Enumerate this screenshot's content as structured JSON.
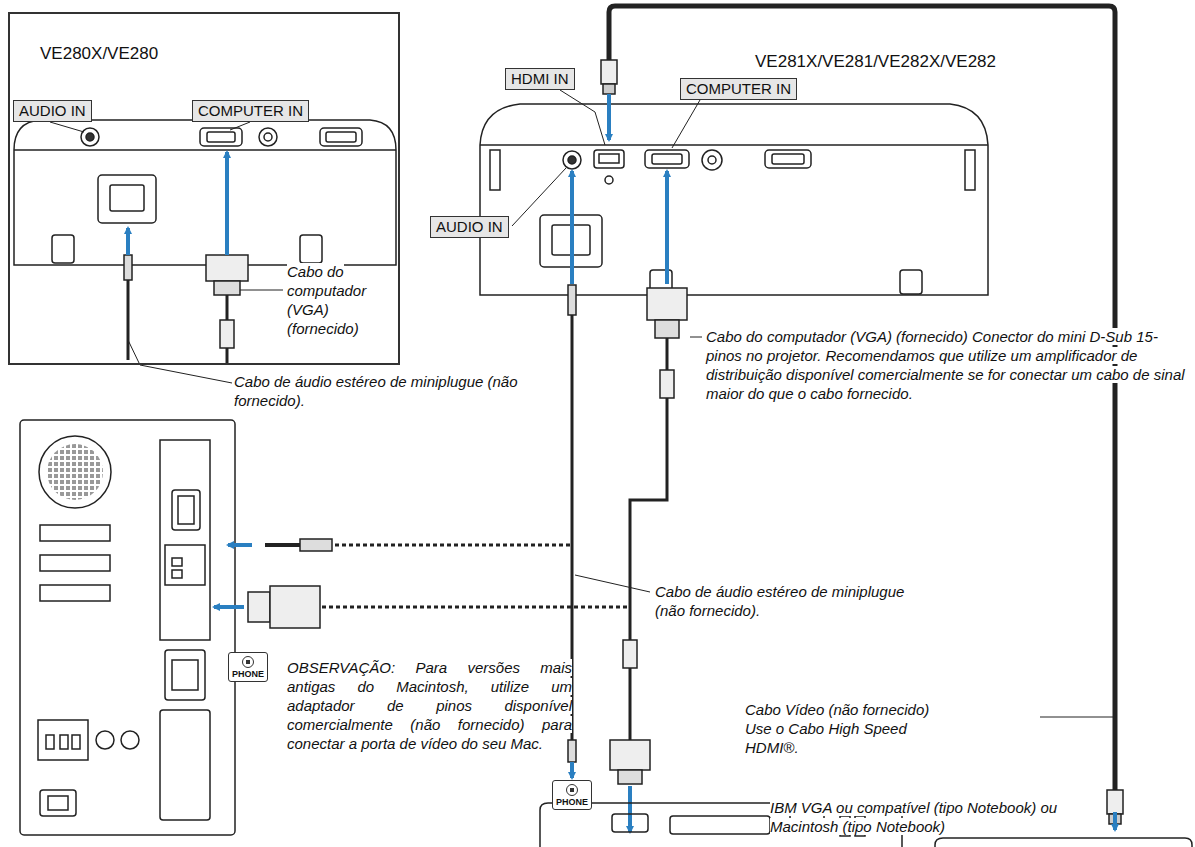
{
  "diagram": {
    "nodes": [
      {
        "text": [
          "VE280X/VE280"
        ]
      },
      {
        "text": [
          "AUDIO IN"
        ],
        "in": 0
      },
      {
        "text": [
          "COMPUTER IN"
        ],
        "in": 0
      },
      {
        "text": [
          "HDMI IN"
        ]
      },
      {
        "text": [
          "COMPUTER IN"
        ]
      },
      {
        "text": [
          "AUDIO IN"
        ]
      },
      {
        "text": [
          "PHONE"
        ]
      },
      {
        "text": [
          "PHONE"
        ]
      }
    ],
    "labels": [
      "Cabo do computador (VGA) (fornecido)",
      "Cabo de áudio estéreo de miniplugue (não fornecido).",
      "VE281X/VE281/VE282X/VE282",
      "Cabo do computador (VGA) (fornecido) Conector do mini D-Sub 15-pinos no projetor. Recomendamos que utilize um amplificador de distribuição disponível comercialmente se for conectar um cabo de sinal maior do que o cabo fornecido.",
      "Cabo de áudio estéreo de miniplugue (não fornecido).",
      "OBSERVAÇÃO: Para versões mais antigas do Macintosh, utilize um adaptador de pinos disponível comercialmente (não fornecido) para conectar a porta de vídeo do seu Mac.",
      "Cabo Vídeo (não fornecido) Use o Cabo High Speed HDMI®.",
      "IBM VGA ou compatível (tipo Notebook) ou Macintosh (tipo Notebook)"
    ]
  }
}
